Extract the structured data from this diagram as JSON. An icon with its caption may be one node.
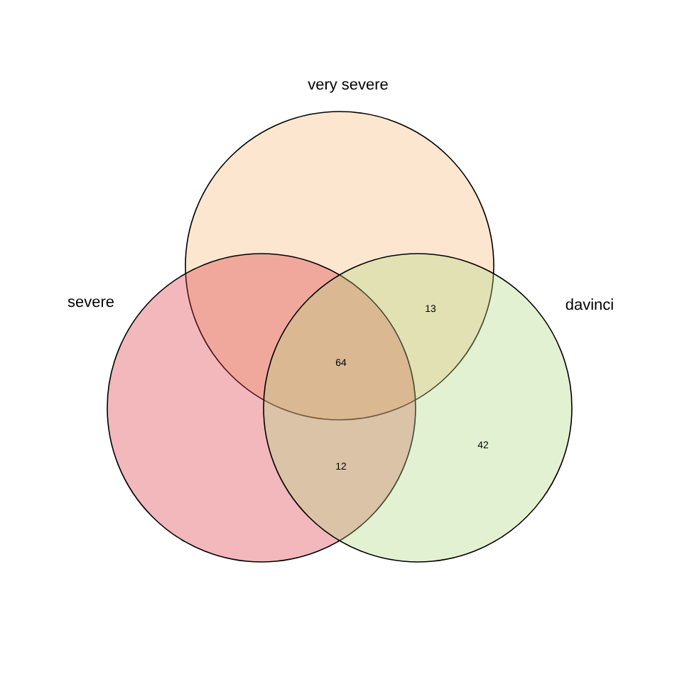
{
  "diagram": {
    "nodes": [
      {
        "text": [
          "very severe"
        ]
      },
      {
        "text": [
          "severe"
        ]
      },
      {
        "text": [
          "davinci"
        ]
      }
    ],
    "labels": [
      "13",
      "64",
      "42",
      "12"
    ]
  }
}
